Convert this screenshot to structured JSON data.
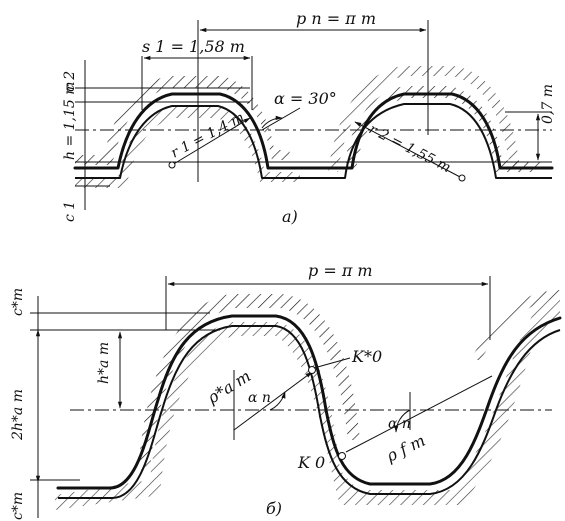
{
  "figure_a": {
    "pitch_label": "p n = π m",
    "s_label": "s 1 = 1,58 m",
    "angle_label": "α = 30°",
    "c2_label": "c 2",
    "h_label": "h = 1,15 m",
    "c1_label": "c 1",
    "r1_label": "r 1 = 1,4 m",
    "r2_label": "r 2 = 1,55 m",
    "dim07_label": "0,7 m",
    "caption": "а)"
  },
  "figure_b": {
    "pitch_label": "p = π m",
    "cm_label": "c*m",
    "ham_label": "h*a m",
    "two_ha_label": "2h*a m",
    "cm_bottom_label": "c*m",
    "rho_a_label": "ρ*a m",
    "alpha_n_left": "α n",
    "alpha_n_right": "α n",
    "k0_star_label": "K*0",
    "k0_label": "K 0",
    "rho_f_label": "ρ f m",
    "caption": "б)"
  }
}
